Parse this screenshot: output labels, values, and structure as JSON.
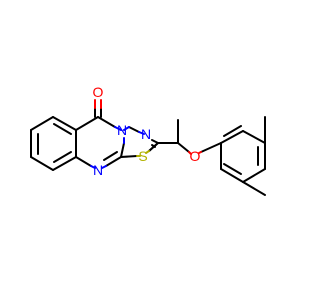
{
  "molecule": {
    "atom_labels": {
      "carbonyl_oxygen": "O",
      "ring_nitrogen_top": "N",
      "ring_nitrogen_imine": "N",
      "ring_nitrogen_bottom": "N",
      "sulfur": "S",
      "ether_oxygen": "O"
    },
    "colors": {
      "bond": "#000000",
      "oxygen": "#ff0000",
      "nitrogen": "#0000ff",
      "sulfur": "#b2b200",
      "background": "#ffffff"
    }
  }
}
